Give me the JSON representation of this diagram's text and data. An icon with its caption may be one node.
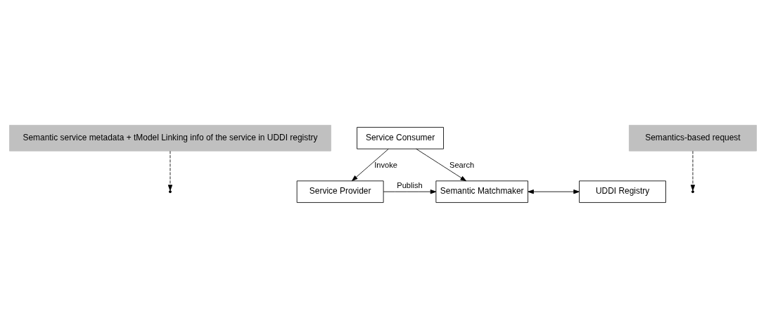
{
  "diagram": {
    "nodes": [
      {
        "text": [
          "Semantic service metadata + tModel Linking info of the service in UDDI registry"
        ]
      },
      {
        "text": [
          "Service Provider"
        ]
      },
      {
        "text": [
          "Semantic Matchmaker"
        ]
      },
      {
        "text": [
          "UDDI Registry"
        ]
      },
      {
        "text": [
          "Semantics-based request"
        ]
      },
      {
        "text": [
          "Service Consumer"
        ]
      }
    ],
    "edges": [
      {
        "from": 1,
        "to": 2,
        "arrow": "to",
        "label": "Publish"
      },
      {
        "from": 0,
        "to": null,
        "arrow": "to",
        "style": "dashed"
      },
      {
        "from": 2,
        "to": 3,
        "arrow": "both"
      },
      {
        "from": 5,
        "to": 1,
        "arrow": "to",
        "label": "Invoke"
      },
      {
        "from": 5,
        "to": 2,
        "arrow": "to",
        "label": "Search"
      },
      {
        "from": 4,
        "to": null,
        "arrow": "to",
        "style": "dashed"
      }
    ]
  }
}
